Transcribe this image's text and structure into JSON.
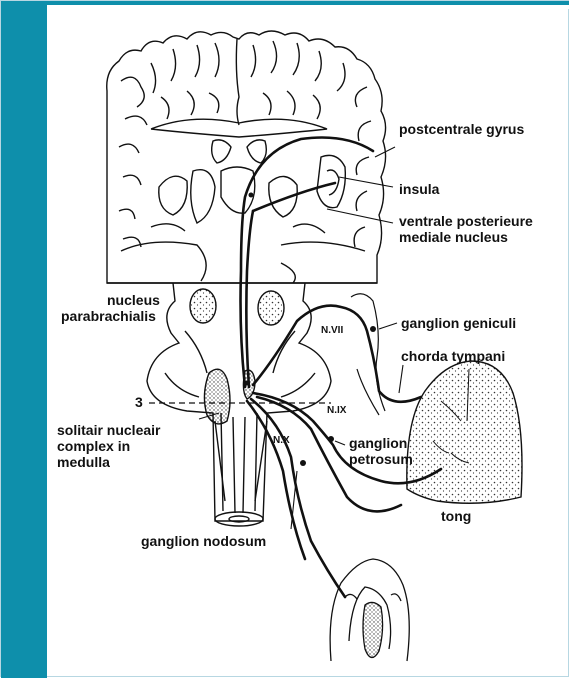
{
  "colors": {
    "accent_bar": "#0e8fab",
    "background": "#ffffff",
    "ink": "#111111"
  },
  "labels": {
    "postcentrale_gyrus": "postcentrale gyrus",
    "insula": "insula",
    "vpm_line1": "ventrale posterieure",
    "vpm_line2": "mediale nucleus",
    "nucleus_pb_line1": "nucleus",
    "nucleus_pb_line2": "parabrachialis",
    "n_vii": "N.VII",
    "ganglion_geniculi": "ganglion geniculi",
    "chorda_tympani": "chorda tympani",
    "level_3": "3",
    "n_ix": "N.IX",
    "solitair_line1": "solitair nucleair",
    "solitair_line2": "complex in",
    "solitair_line3": "medulla",
    "n_x": "N.X",
    "ganglion_petrosum_line1": "ganglion",
    "ganglion_petrosum_line2": "petrosum",
    "tong": "tong",
    "ganglion_nodosum": "ganglion nodosum"
  }
}
